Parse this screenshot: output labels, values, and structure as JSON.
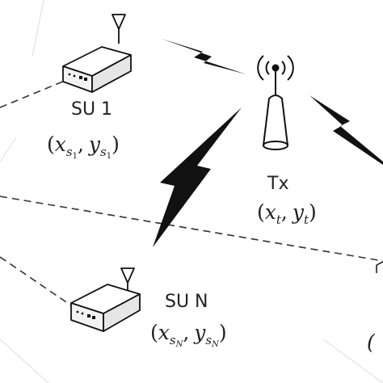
{
  "nodes": {
    "su1": {
      "name": "SU 1",
      "coord": {
        "x": "x",
        "y": "y",
        "sub": "s",
        "idx": "1"
      }
    },
    "suN": {
      "name": "SU N",
      "coord": {
        "x": "x",
        "y": "y",
        "sub": "s",
        "idx": "N"
      }
    },
    "tx": {
      "name": "Tx",
      "coord": {
        "x": "x",
        "y": "y",
        "sub": "t"
      }
    }
  },
  "punctuation": {
    "open": "(",
    "close": ")",
    "comma": ","
  },
  "colors": {
    "line": "#111111",
    "bolt": "#111111",
    "device_top": "#ffffff",
    "device_front": "#f2f2f2"
  }
}
